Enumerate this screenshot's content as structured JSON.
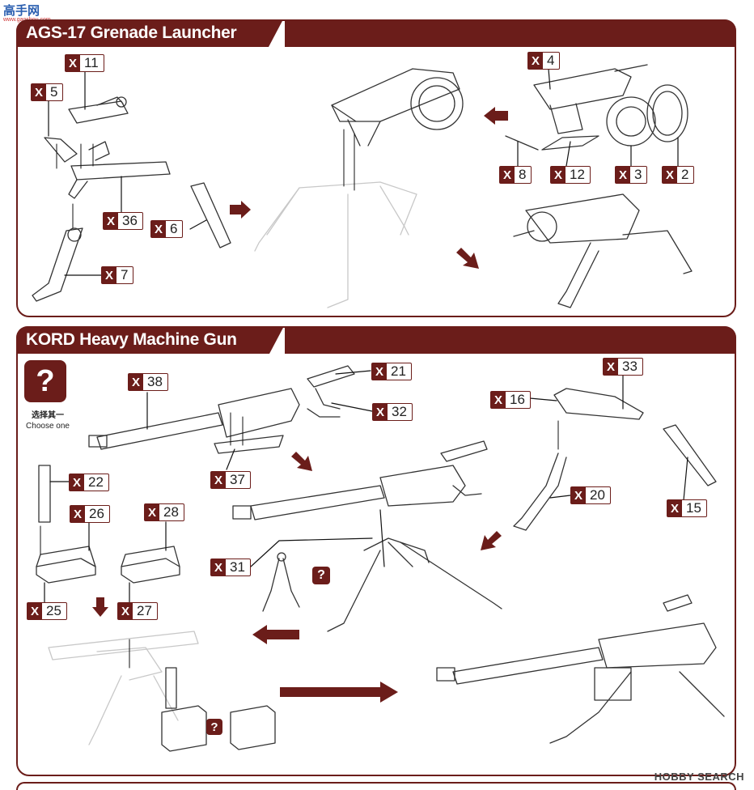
{
  "site_logo": {
    "chars": "高手网",
    "sub": "www.gaoshou.com"
  },
  "sections": [
    {
      "title": "AGS-17 Grenade Launcher"
    },
    {
      "title": "KORD Heavy Machine Gun"
    }
  ],
  "choose_one": {
    "cn": "选择其一",
    "en": "Choose one",
    "icon": "question-icon"
  },
  "tags_ags": [
    "11",
    "5",
    "36",
    "6",
    "7",
    "4",
    "8",
    "12",
    "3",
    "2"
  ],
  "tags_kord": [
    "38",
    "21",
    "32",
    "37",
    "22",
    "26",
    "28",
    "25",
    "27",
    "31",
    "33",
    "16",
    "20",
    "15"
  ],
  "tag_prefix": "X",
  "watermark": "HOBBY SEARCH",
  "colors": {
    "accent": "#6b1d1a"
  }
}
